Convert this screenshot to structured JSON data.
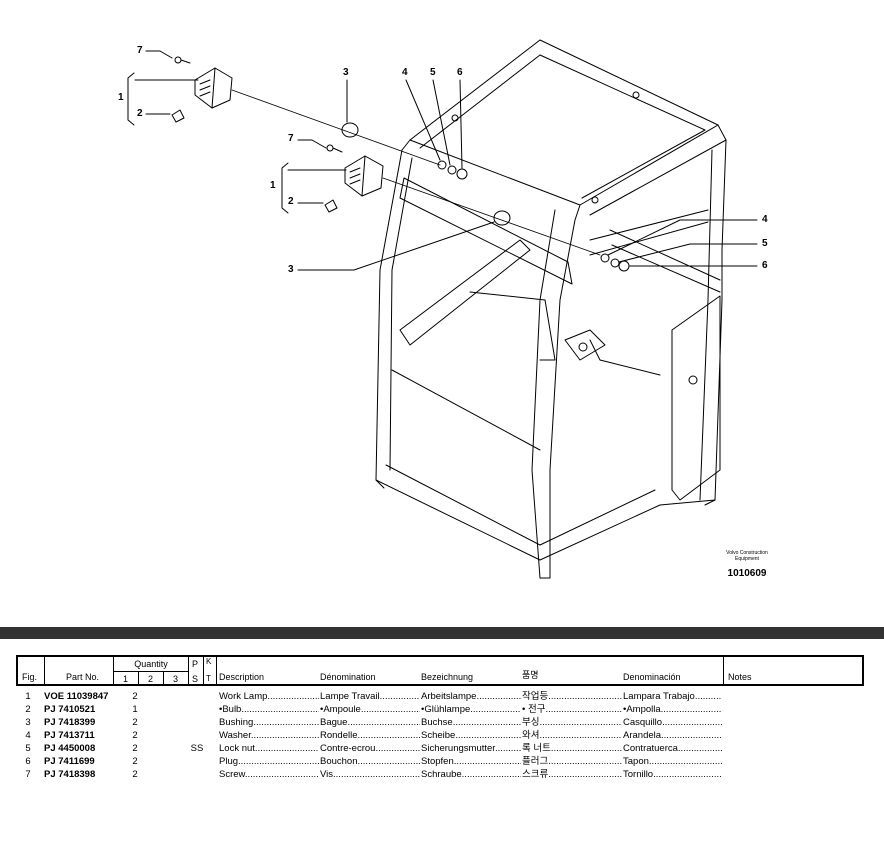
{
  "drawing": {
    "callouts": [
      {
        "id": "c7a",
        "text": "7"
      },
      {
        "id": "c1a",
        "text": "1"
      },
      {
        "id": "c2a",
        "text": "2"
      },
      {
        "id": "c3a",
        "text": "3"
      },
      {
        "id": "c4a",
        "text": "4"
      },
      {
        "id": "c5a",
        "text": "5"
      },
      {
        "id": "c6a",
        "text": "6"
      },
      {
        "id": "c7b",
        "text": "7"
      },
      {
        "id": "c1b",
        "text": "1"
      },
      {
        "id": "c2b",
        "text": "2"
      },
      {
        "id": "c3b",
        "text": "3"
      },
      {
        "id": "c4b",
        "text": "4"
      },
      {
        "id": "c5b",
        "text": "5"
      },
      {
        "id": "c6b",
        "text": "6"
      }
    ],
    "brand_line1": "Volvo Construction",
    "brand_line2": "Equipment",
    "drawing_number": "1010609"
  },
  "table": {
    "headers": {
      "fig": "Fig.",
      "part_no": "Part No.",
      "quantity": "Quantity",
      "q1": "1",
      "q2": "2",
      "q3": "3",
      "p": "P",
      "s": "S",
      "k": "K",
      "t": "T",
      "description": "Description",
      "denomination": "Dénomination",
      "bezeichnung": "Bezeichnung",
      "korean": "품명",
      "denominacion": "Denominación",
      "notes": "Notes"
    },
    "rows": [
      {
        "fig": "1",
        "part_no": "VOE 11039847",
        "qty": "2",
        "ps": "",
        "en": "Work Lamp",
        "fr": "Lampe Travail",
        "de": "Arbeitslampe",
        "ko": "작업등",
        "es": "Lampara Trabajo"
      },
      {
        "fig": "2",
        "part_no": "PJ  7410521",
        "qty": "1",
        "ps": "",
        "en": "•Bulb",
        "fr": "•Ampoule",
        "de": "•Glühlampe",
        "ko": "• 전구",
        "es": "•Ampolla"
      },
      {
        "fig": "3",
        "part_no": "PJ  7418399",
        "qty": "2",
        "ps": "",
        "en": "Bushing",
        "fr": "Bague",
        "de": "Buchse",
        "ko": "부싱",
        "es": "Casquillo"
      },
      {
        "fig": "4",
        "part_no": "PJ  7413711",
        "qty": "2",
        "ps": "",
        "en": "Washer",
        "fr": "Rondelle",
        "de": "Scheibe",
        "ko": "와셔",
        "es": "Arandela"
      },
      {
        "fig": "5",
        "part_no": "PJ  4450008",
        "qty": "2",
        "ps": "SS",
        "en": "Lock nut",
        "fr": "Contre-ecrou",
        "de": "Sicherungsmutter",
        "ko": "록 너트",
        "es": "Contratuerca"
      },
      {
        "fig": "6",
        "part_no": "PJ  7411699",
        "qty": "2",
        "ps": "",
        "en": "Plug",
        "fr": "Bouchon",
        "de": "Stopfen",
        "ko": "플러그",
        "es": "Tapon"
      },
      {
        "fig": "7",
        "part_no": "PJ  7418398",
        "qty": "2",
        "ps": "",
        "en": "Screw",
        "fr": "Vis",
        "de": "Schraube",
        "ko": "스크류",
        "es": "Tornillo"
      }
    ]
  }
}
